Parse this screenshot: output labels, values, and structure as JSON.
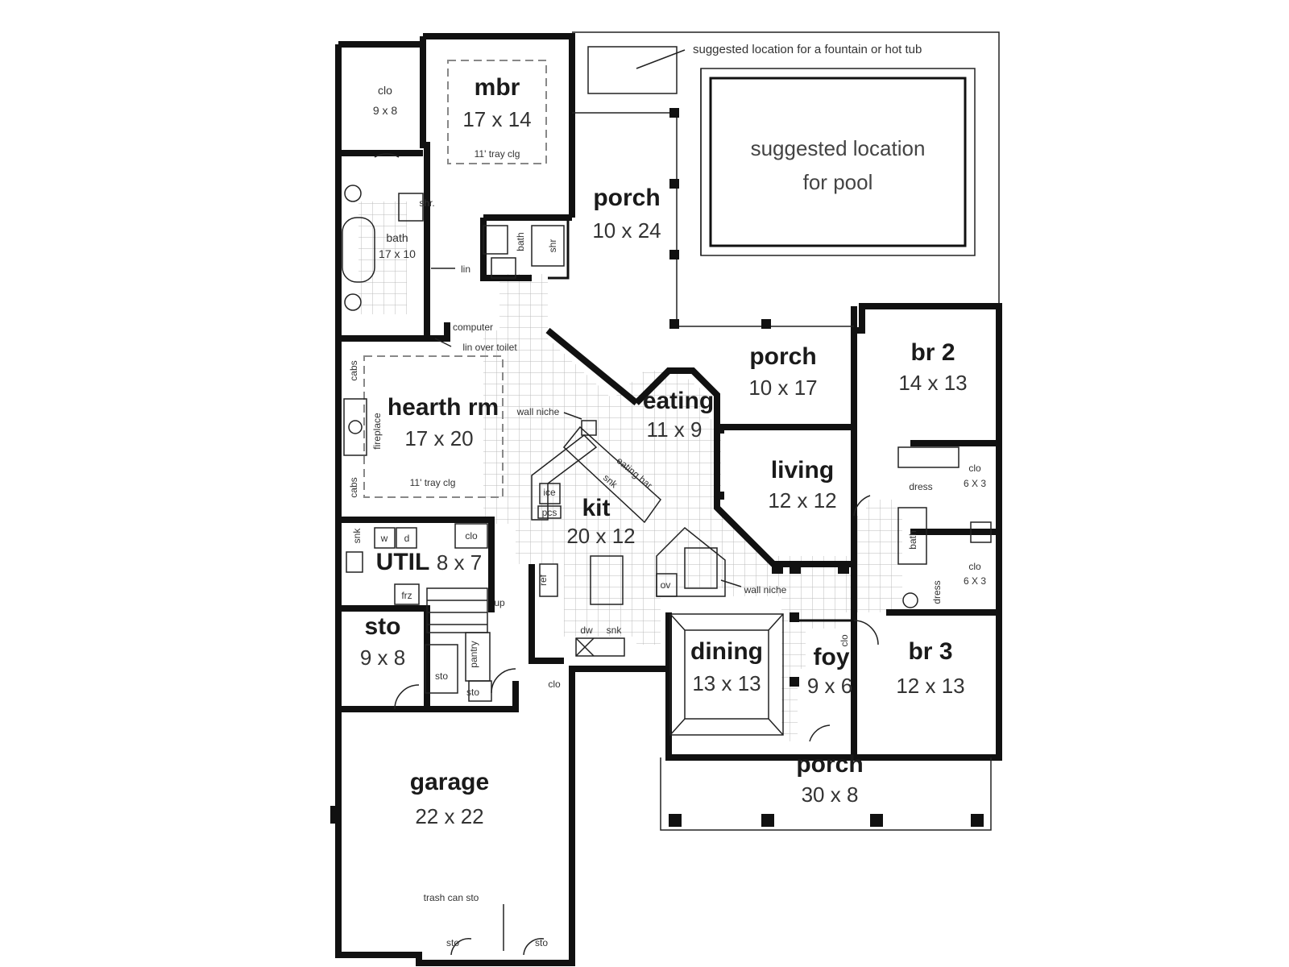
{
  "rooms": {
    "mbr": {
      "name": "mbr",
      "dim": "17 x 14",
      "note": "11' tray clg"
    },
    "clo_master": {
      "name": "clo",
      "dim": "9 x 8"
    },
    "bath_master": {
      "name": "bath",
      "dim": "17 x 10"
    },
    "porch_back": {
      "name": "porch",
      "dim": "10 x 24"
    },
    "porch_side": {
      "name": "porch",
      "dim": "10 x 17"
    },
    "br2": {
      "name": "br 2",
      "dim": "14 x 13"
    },
    "hearth": {
      "name": "hearth rm",
      "dim": "17 x 20",
      "note": "11' tray clg"
    },
    "eating": {
      "name": "eating",
      "dim": "11 x 9"
    },
    "living": {
      "name": "living",
      "dim": "12 x 12"
    },
    "kit": {
      "name": "kit",
      "dim": "20 x 12"
    },
    "util": {
      "name": "UTIL",
      "dim": "8 x 7"
    },
    "sto": {
      "name": "sto",
      "dim": "9 x 8"
    },
    "dining": {
      "name": "dining",
      "dim": "13 x 13"
    },
    "foy": {
      "name": "foy",
      "dim": "9 x 6"
    },
    "br3": {
      "name": "br 3",
      "dim": "12 x 13"
    },
    "garage": {
      "name": "garage",
      "dim": "22 x 22"
    },
    "porch_front": {
      "name": "porch",
      "dim": "30 x 8"
    }
  },
  "labels": {
    "fountain_note": "suggested location for a fountain or hot tub",
    "pool_line1": "suggested location",
    "pool_line2": "for pool",
    "shr": "shr.",
    "shr2": "shr",
    "bath_small": "bath",
    "lin": "lin",
    "computer": "computer",
    "lin_over_toilet": "lin over toilet",
    "cabs": "cabs",
    "fireplace": "fireplace",
    "wall_niche": "wall niche",
    "wall_niche2": "wall niche",
    "eating_bar": "eating bar",
    "snk": "snk",
    "ice": "ice",
    "pcs": "pcs",
    "w": "w",
    "d": "d",
    "clo": "clo",
    "frz": "frz",
    "up": "up",
    "ref": "ref",
    "dw": "dw",
    "pantry": "pantry",
    "ov": "ov",
    "sto": "sto",
    "dress": "dress",
    "clo_6x3": "6 X 3",
    "trash": "trash can sto"
  }
}
